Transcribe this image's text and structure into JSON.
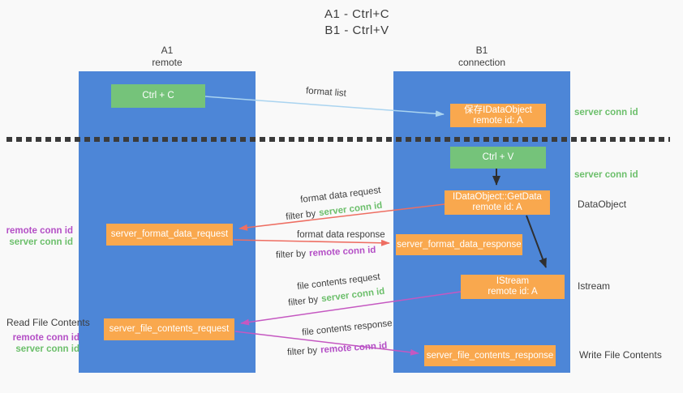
{
  "title": {
    "line1": "A1 - Ctrl+C",
    "line2": "B1 - Ctrl+V"
  },
  "lanes": {
    "a": {
      "name": "A1",
      "subtitle": "remote"
    },
    "b": {
      "name": "B1",
      "subtitle": "connection"
    }
  },
  "nodes": {
    "ctrl_c": "Ctrl + C",
    "ctrl_v": "Ctrl + V",
    "save_idataobject": {
      "line1": "保存IDataObject",
      "line2": "remote id: A"
    },
    "getdata": {
      "line1": "IDataObject::GetData",
      "line2": "remote id: A"
    },
    "istream": {
      "line1": "IStream",
      "line2": "remote id: A"
    },
    "format_request": "server_format_data_request",
    "format_response": "server_format_data_response",
    "file_request": "server_file_contents_request",
    "file_response": "server_file_contents_response"
  },
  "edge_labels": {
    "format_list": "format list",
    "format_data_request": "format data request",
    "format_data_response": "format data response",
    "file_contents_request": "file contents request",
    "file_contents_response": "file contents response",
    "filter_by": "filter by",
    "server_conn_id": "server conn id",
    "remote_conn_id": "remote conn id"
  },
  "side_labels": {
    "server_conn_id": "server conn id",
    "remote_conn_id": "remote conn id",
    "dataobject": "DataObject",
    "istream": "Istream",
    "read_file_contents": "Read File Contents",
    "write_file_contents": "Write File Contents"
  },
  "colors": {
    "lane_blue": "#4d86d7",
    "node_green": "#75c37a",
    "node_orange": "#f9a84e",
    "arrow_blue": "#aad4f0",
    "arrow_red": "#ee6e62",
    "arrow_magenta": "#c558c1",
    "arrow_black": "#2f2f2f",
    "text_green": "#6cbf6b",
    "text_purple": "#b44fc6"
  }
}
